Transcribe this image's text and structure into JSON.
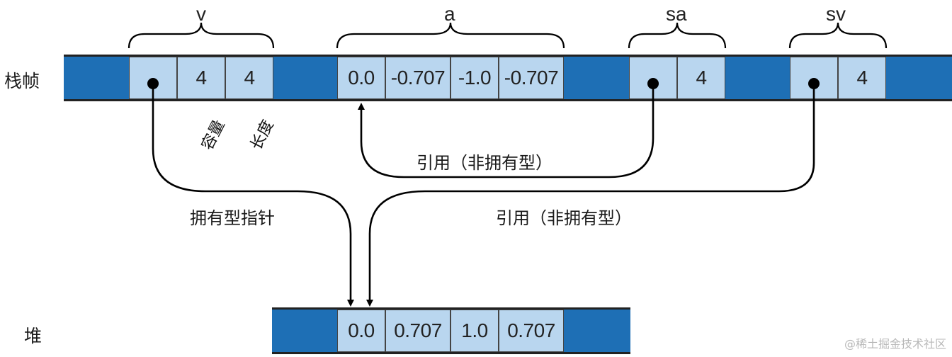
{
  "labels": {
    "stack_frame": "栈帧",
    "heap": "堆",
    "v": "v",
    "a": "a",
    "sa": "sa",
    "sv": "sv",
    "capacity": "容量",
    "length": "长度",
    "ref_nonowning_1": "引用（非拥有型）",
    "ref_nonowning_2": "引用（非拥有型）",
    "owning_pointer": "拥有型指针",
    "watermark": "@稀土掘金技术社区"
  },
  "stack": {
    "v": {
      "capacity": "4",
      "length": "4"
    },
    "a": [
      "0.0",
      "-0.707",
      "-1.0",
      "-0.707"
    ],
    "sa": {
      "length": "4"
    },
    "sv": {
      "length": "4"
    }
  },
  "heap": {
    "values": [
      "0.0",
      "0.707",
      "1.0",
      "0.707"
    ]
  },
  "colors": {
    "strip": "#1e6fb5",
    "cell": "#b9d6ef",
    "line": "#000000"
  }
}
